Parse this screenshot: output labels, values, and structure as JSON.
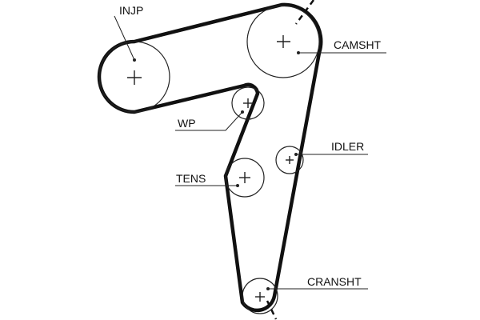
{
  "labels": {
    "injp": "INJP",
    "camsht": "CAMSHT",
    "wp": "WP",
    "idler": "IDLER",
    "tens": "TENS",
    "cranksht": "CRANSHT"
  },
  "colors": {
    "line": "#111111",
    "background": "#ffffff"
  }
}
